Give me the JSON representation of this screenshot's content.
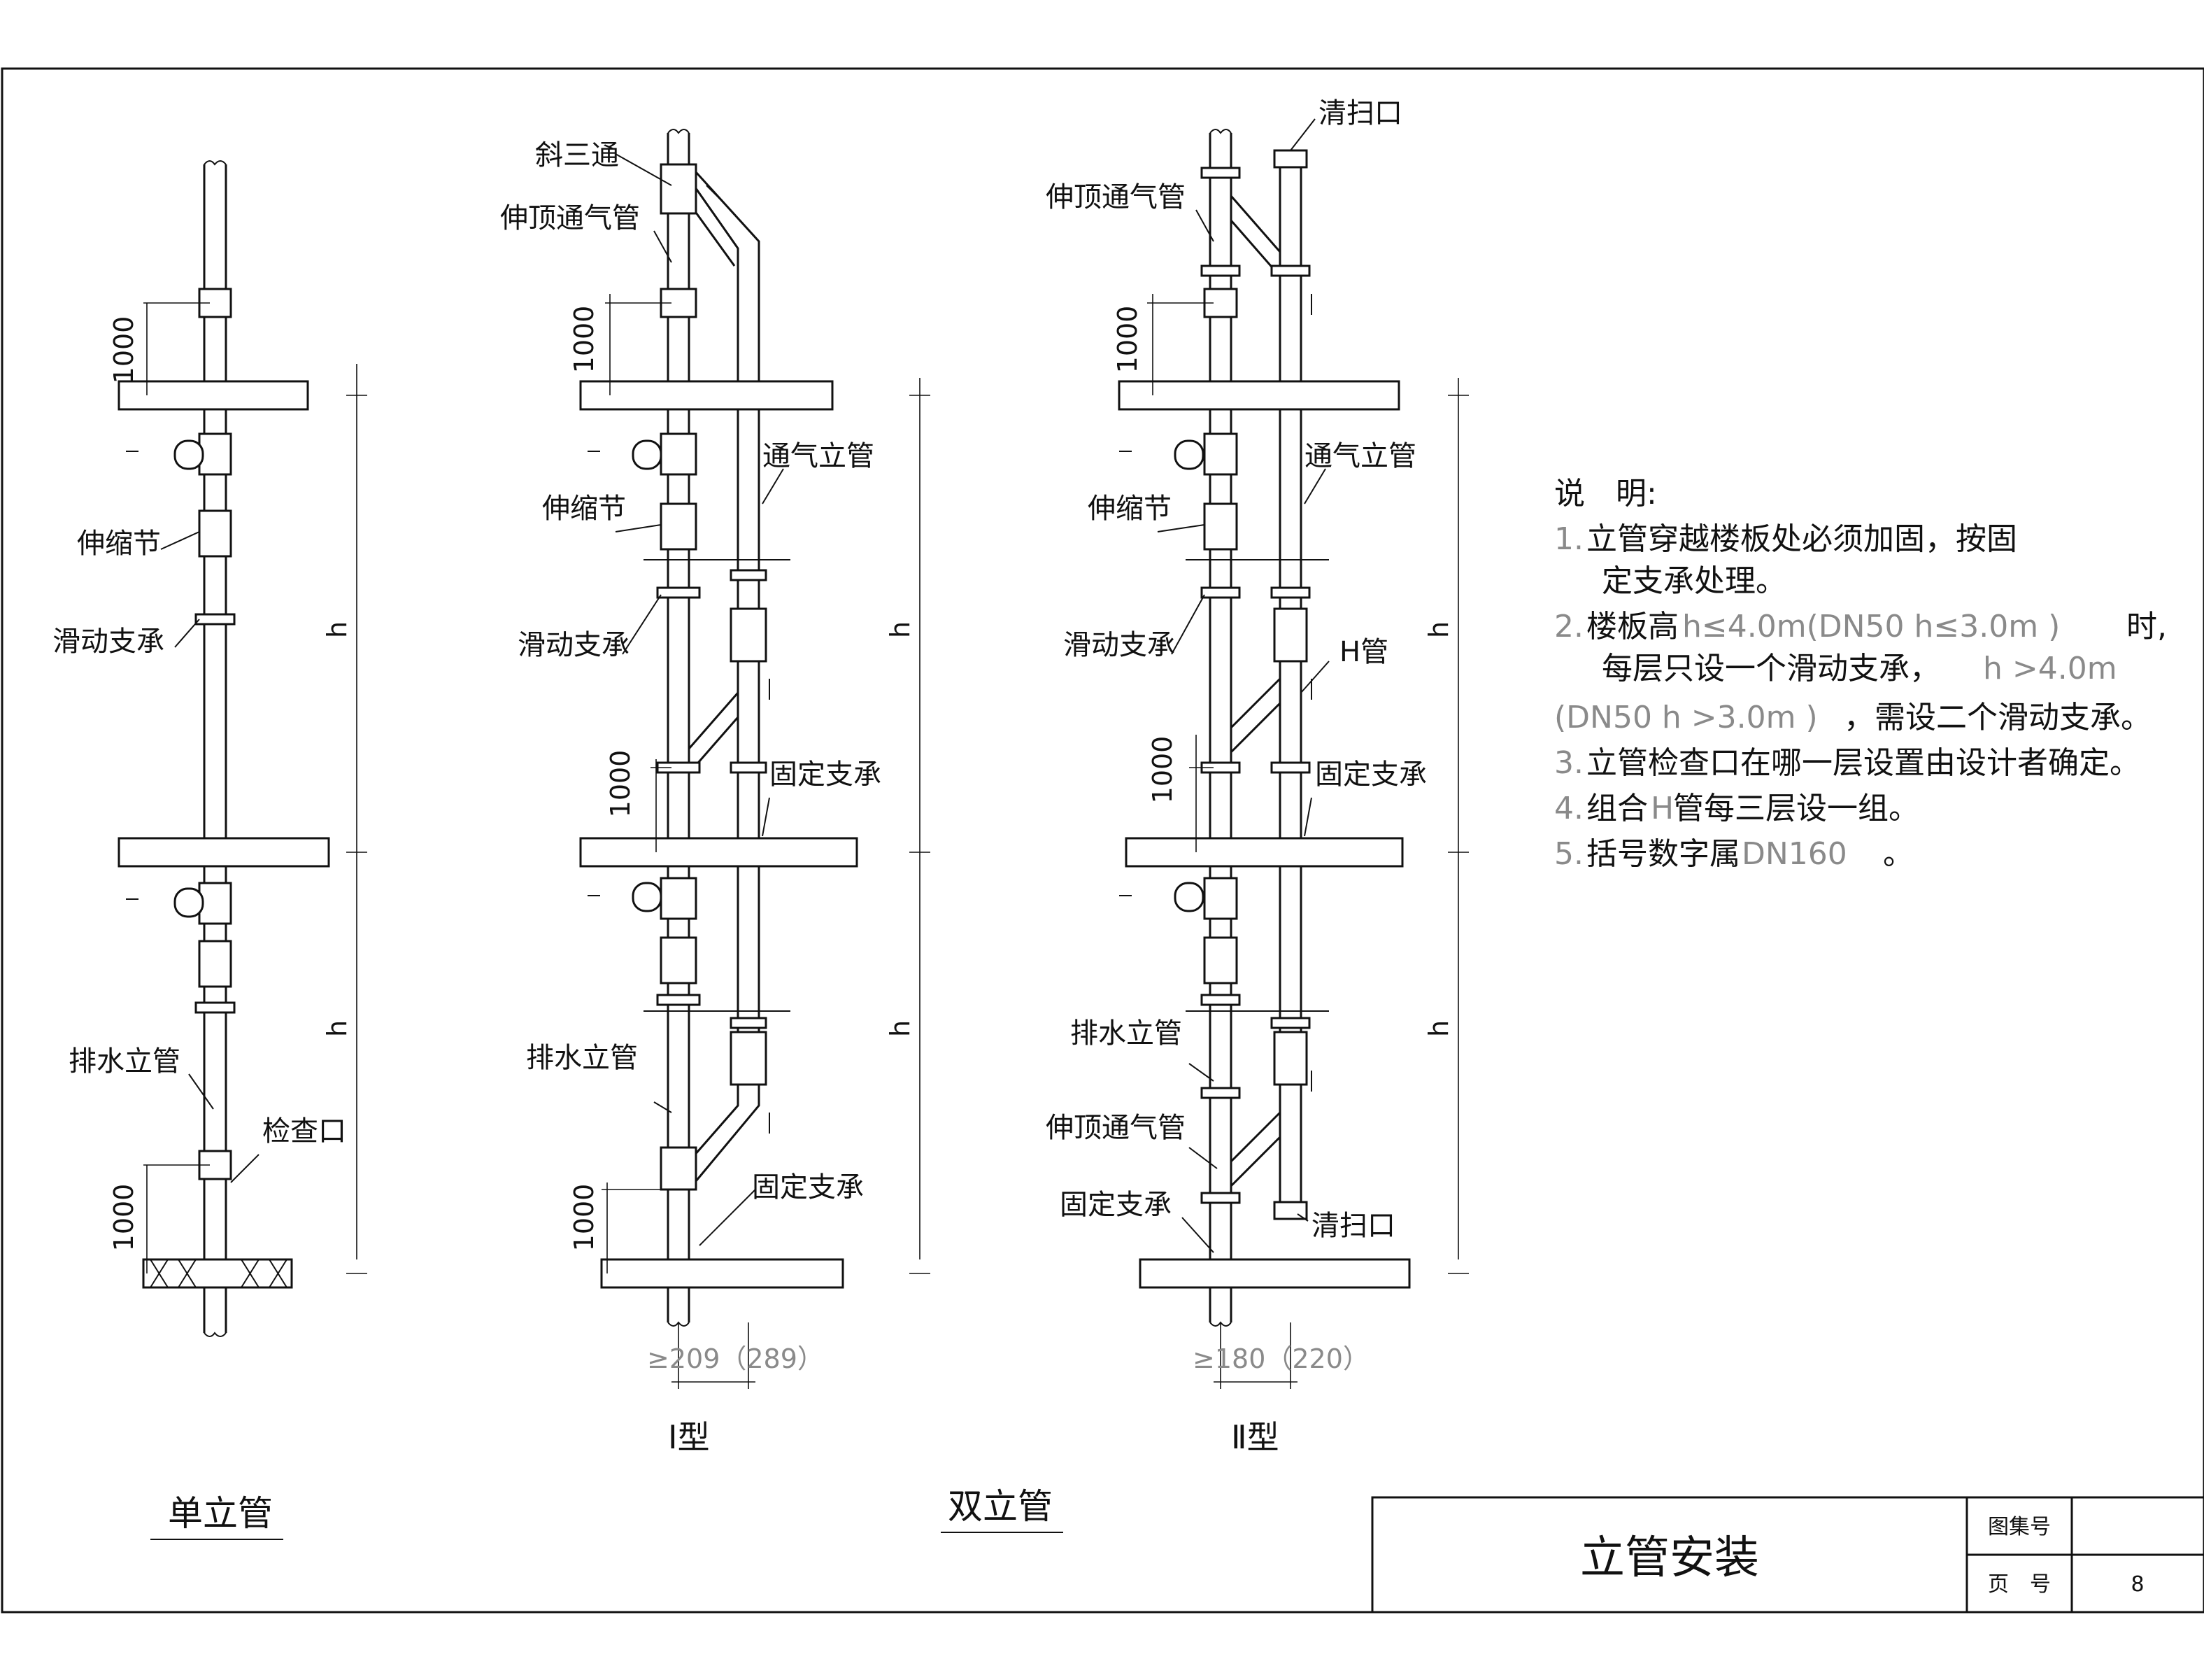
{
  "sheet": {
    "title": "立管安装",
    "atlas_label": "图集号",
    "atlas_value": "",
    "page_label": "页　号",
    "page_value": "8"
  },
  "captions": {
    "single": "单立管",
    "double": "双立管",
    "type1": "Ⅰ型",
    "type2": "Ⅱ型"
  },
  "dims": {
    "d1000": "1000",
    "h": "h",
    "t1_spacing": "≥209（289）",
    "t2_spacing": "≥180（220）"
  },
  "labels": {
    "stretch_joint": "伸缩节",
    "sliding_support": "滑动支承",
    "drain_riser": "排水立管",
    "inspection_port": "检查口",
    "wye": "斜三通",
    "vent_top": "伸顶通气管",
    "vent_riser": "通气立管",
    "fixed_support": "固定支承",
    "cleanout": "清扫口",
    "h_pipe": "H管"
  },
  "notes": {
    "heading": "说　明:",
    "n1_num": "1.",
    "n1_a": "立管穿越楼板处必须加固，按固",
    "n1_b": "定支承处理。",
    "n2_num": "2.",
    "n2_a": "楼板高",
    "n2_b": "h≤4.0m(DN50 h≤3.0m )",
    "n2_c": "时,",
    "n2_d": "每层只设一个滑动支承，",
    "n2_e": "h >4.0m",
    "n2_f": "(DN50 h >3.0m )",
    "n2_g": "，需设二个滑动支承。",
    "n3_num": "3.",
    "n3": "立管检查口在哪一层设置由设计者确定。",
    "n4_num": "4.",
    "n4_a": "组合",
    "n4_b": "H",
    "n4_c": "管每三层设一组。",
    "n5_num": "5.",
    "n5_a": "括号数字属",
    "n5_b": "DN160",
    "n5_c": "。"
  }
}
